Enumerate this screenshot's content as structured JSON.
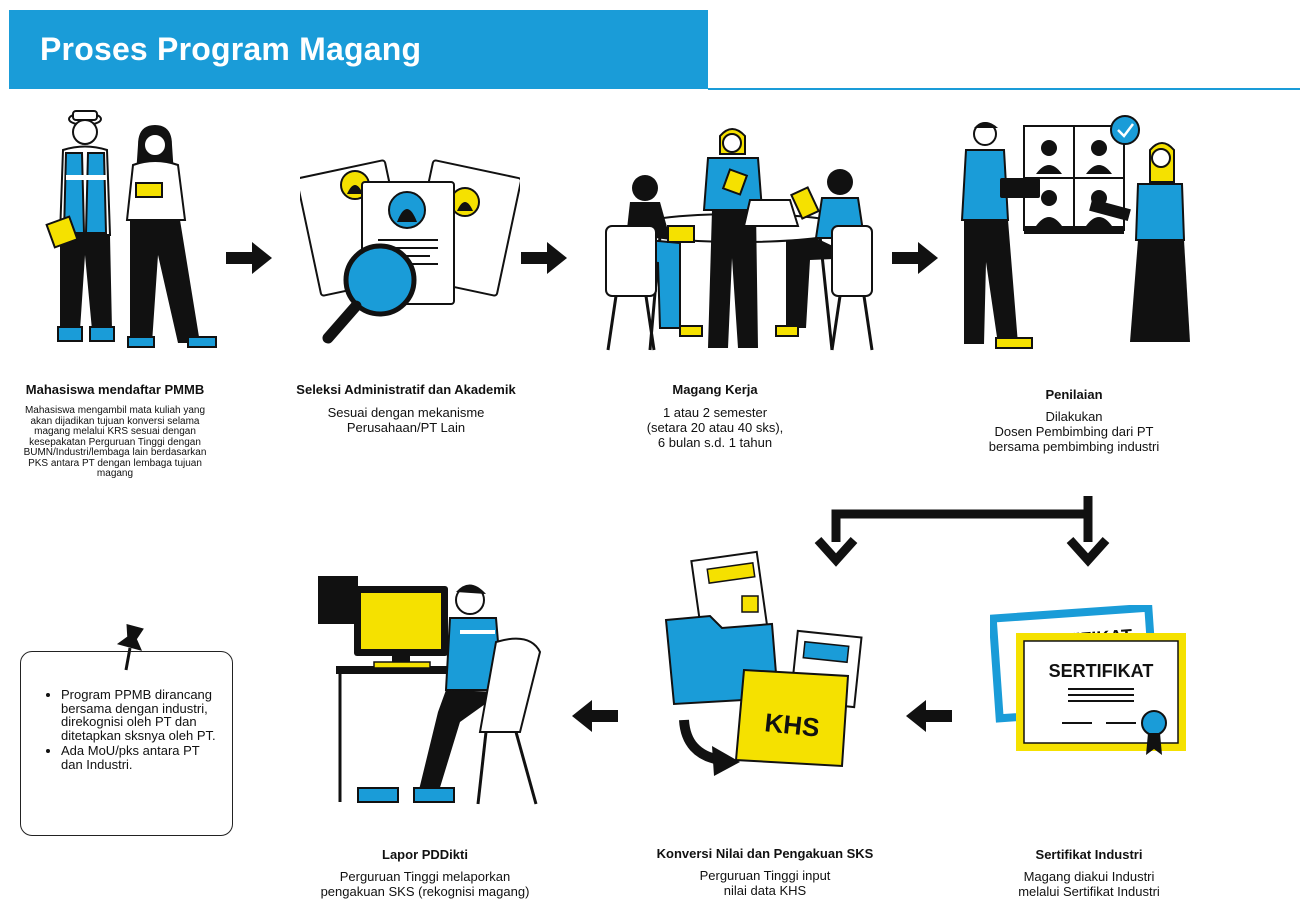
{
  "page": {
    "title": "Proses Program Magang"
  },
  "steps": [
    {
      "id": "daftar",
      "title": "Mahasiswa mendaftar PMMB",
      "lines": [
        "Mahasiswa mengambil mata kuliah yang",
        "akan dijadikan tujuan konversi selama",
        "magang melalui KRS sesuai dengan",
        "kesepakatan Perguruan Tinggi dengan",
        "BUMN/Industri/lembaga lain berdasarkan",
        "PKS antara PT dengan lembaga tujuan",
        "magang"
      ]
    },
    {
      "id": "seleksi",
      "title": "Seleksi Administratif dan Akademik",
      "lines": [
        "Sesuai dengan mekanisme",
        "Perusahaan/PT Lain"
      ]
    },
    {
      "id": "magang",
      "title": "Magang Kerja",
      "lines": [
        "1 atau 2 semester",
        "(setara 20 atau 40 sks),",
        "6 bulan s.d. 1 tahun"
      ]
    },
    {
      "id": "penilaian",
      "title": "Penilaian",
      "lines": [
        "Dilakukan",
        "Dosen Pembimbing dari PT",
        "bersama pembimbing industri"
      ]
    },
    {
      "id": "sertifikat",
      "title": "Sertifikat Industri",
      "lines": [
        "Magang diakui Industri",
        "melalui Sertifikat Industri"
      ]
    },
    {
      "id": "konversi",
      "title": "Konversi Nilai dan Pengakuan SKS",
      "lines": [
        "Perguruan Tinggi input",
        "nilai data KHS"
      ]
    },
    {
      "id": "lapor",
      "title": "Lapor PDDikti",
      "lines": [
        "Perguruan Tinggi melaporkan",
        "pengakuan SKS (rekognisi magang)"
      ]
    }
  ],
  "illustration_text": {
    "cert_back": "SERTIFIKAT",
    "cert_front": "SERTIFIKAT",
    "khs_folder": "KHS"
  },
  "note": {
    "items": [
      "Program PPMB dirancang bersama dengan industri, direkognisi oleh PT dan ditetapkan sksnya oleh PT.",
      "Ada MoU/pks antara PT dan Industri."
    ]
  },
  "colors": {
    "brand_blue": "#1a9cd8",
    "accent_yellow": "#f5e100",
    "ink": "#111111"
  }
}
